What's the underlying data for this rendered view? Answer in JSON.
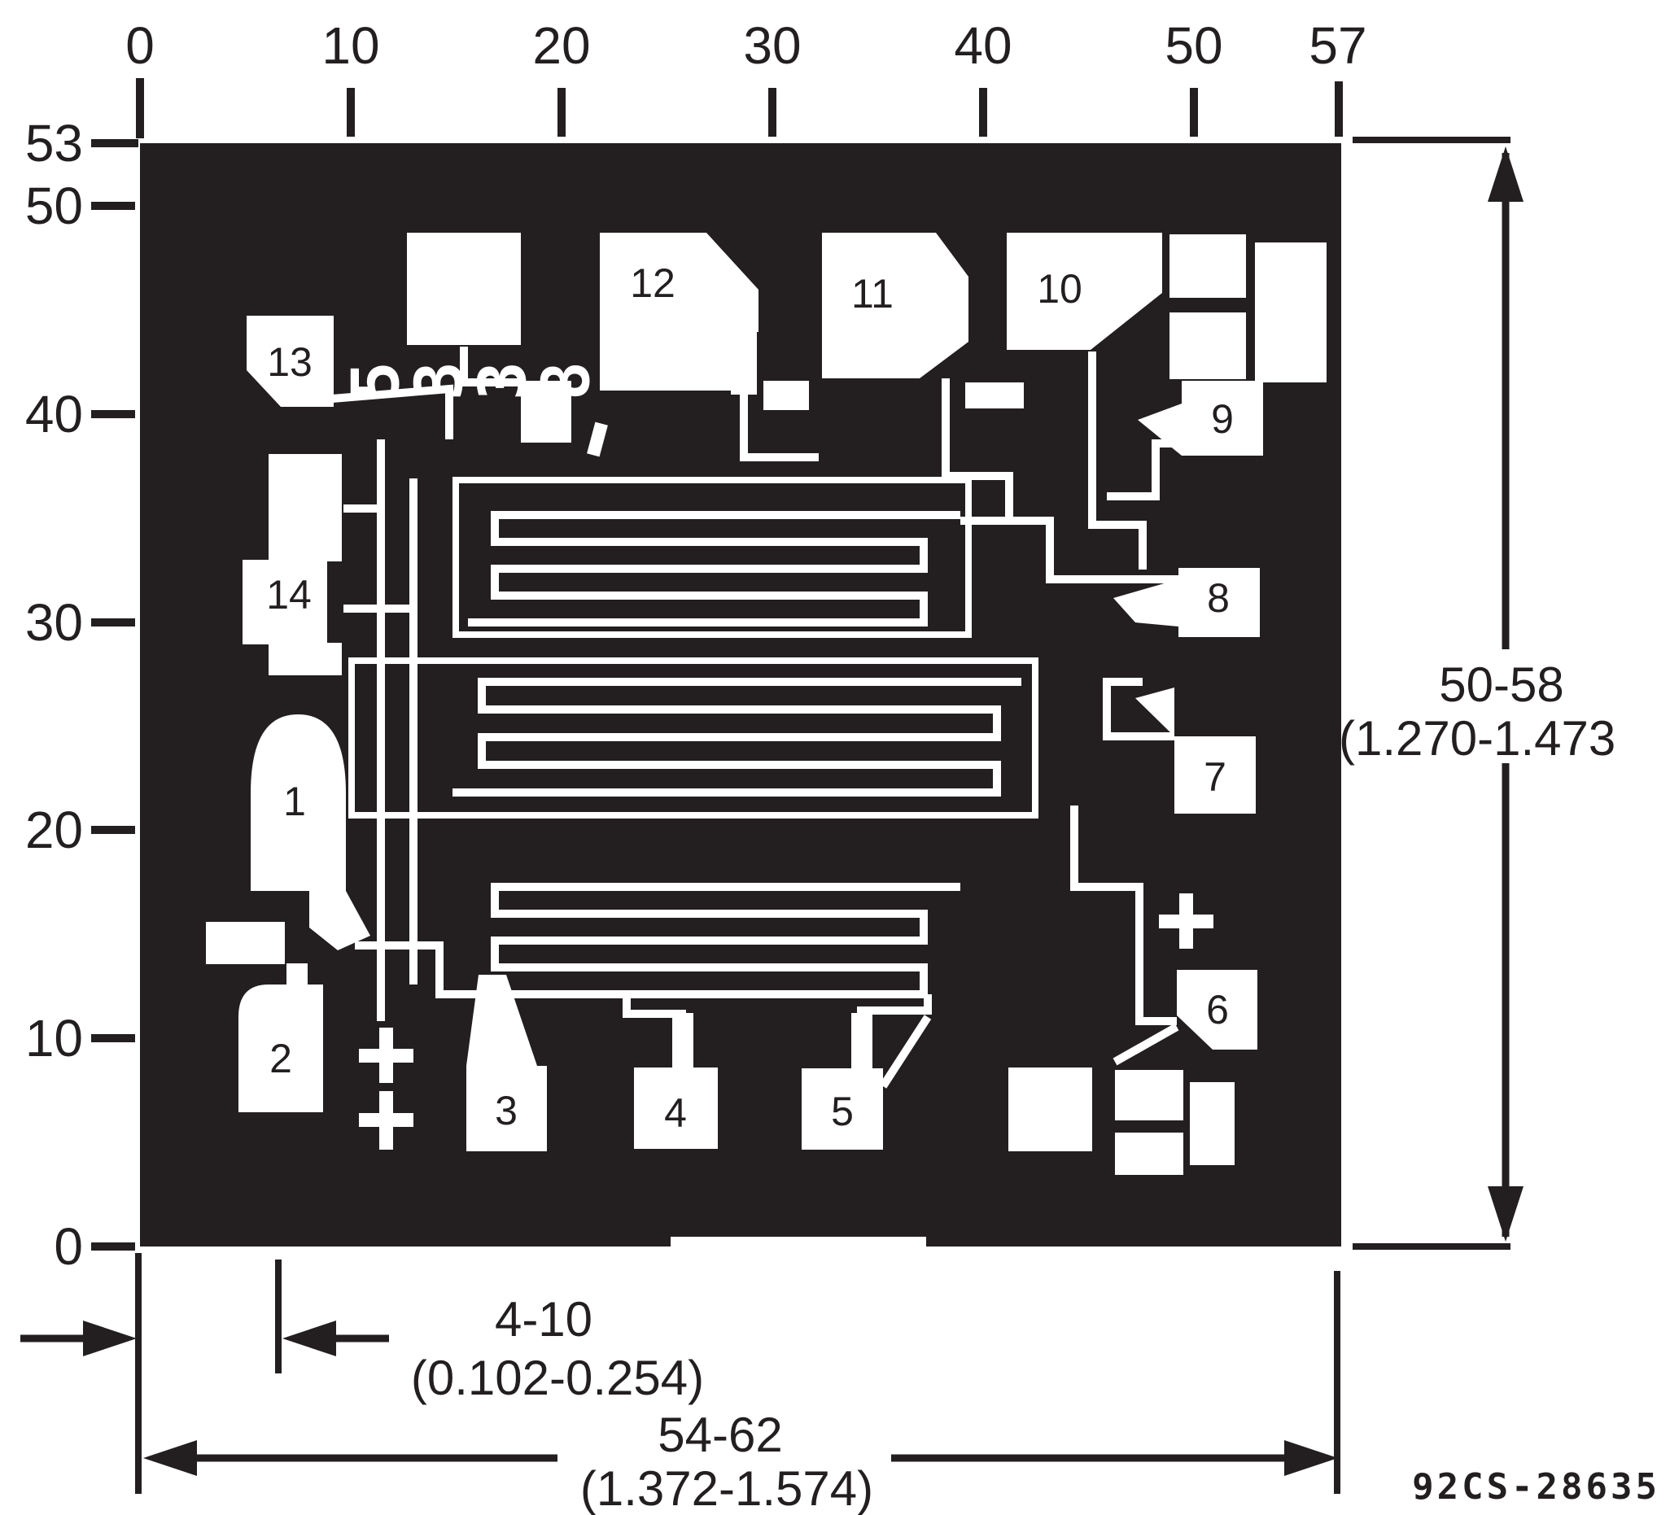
{
  "figure": {
    "part_number": "92CS-28635"
  },
  "colors": {
    "die": "#231f20",
    "pad": "#ffffff",
    "ink": "#231f20",
    "background": "#ffffff"
  },
  "top_ruler": {
    "unit_labels": [
      "0",
      "10",
      "20",
      "30",
      "40",
      "50",
      "57"
    ]
  },
  "left_ruler": {
    "unit_labels": [
      "53",
      "50",
      "40",
      "30",
      "20",
      "10",
      "0"
    ]
  },
  "pads": [
    {
      "number": "1"
    },
    {
      "number": "2"
    },
    {
      "number": "3"
    },
    {
      "number": "4"
    },
    {
      "number": "5"
    },
    {
      "number": "6"
    },
    {
      "number": "7"
    },
    {
      "number": "8"
    },
    {
      "number": "9"
    },
    {
      "number": "10"
    },
    {
      "number": "11"
    },
    {
      "number": "12"
    },
    {
      "number": "13"
    },
    {
      "number": "14"
    }
  ],
  "die_marking": {
    "chars": [
      "5",
      "3",
      "3",
      "8"
    ]
  },
  "dimensions": {
    "vertical": {
      "line1": "50-58",
      "line2": "(1.270-1.473"
    },
    "pad_offset": {
      "line1": "4-10",
      "line2": "(0.102-0.254)"
    },
    "horizontal": {
      "line1": "54-62",
      "line2": "(1.372-1.574)"
    }
  }
}
